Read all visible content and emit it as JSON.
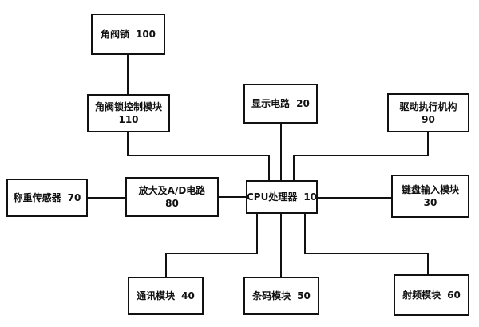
{
  "blocks": {
    "angle_valve_lock": {
      "name": "角阀锁",
      "number": "100"
    },
    "angle_valve_control": {
      "name": "角阀锁控制模块",
      "number": "110"
    },
    "display_circuit": {
      "name": "显示电路",
      "number": "20"
    },
    "drive_actuator": {
      "name": "驱动执行机构",
      "number": "90"
    },
    "weighing_sensor": {
      "name": "称重传感器",
      "number": "70"
    },
    "amplifier_ad": {
      "name": "放大及A/D电路",
      "number": "80"
    },
    "cpu": {
      "name": "CPU处理器",
      "number": "10"
    },
    "keyboard_input": {
      "name": "键盘输入模块",
      "number": "30"
    },
    "communication": {
      "name": "通讯模块",
      "number": "40"
    },
    "barcode": {
      "name": "条码模块",
      "number": "50"
    },
    "rf": {
      "name": "射频模块",
      "number": "60"
    }
  },
  "colors": {
    "line": "#111111",
    "background": "#ffffff"
  }
}
